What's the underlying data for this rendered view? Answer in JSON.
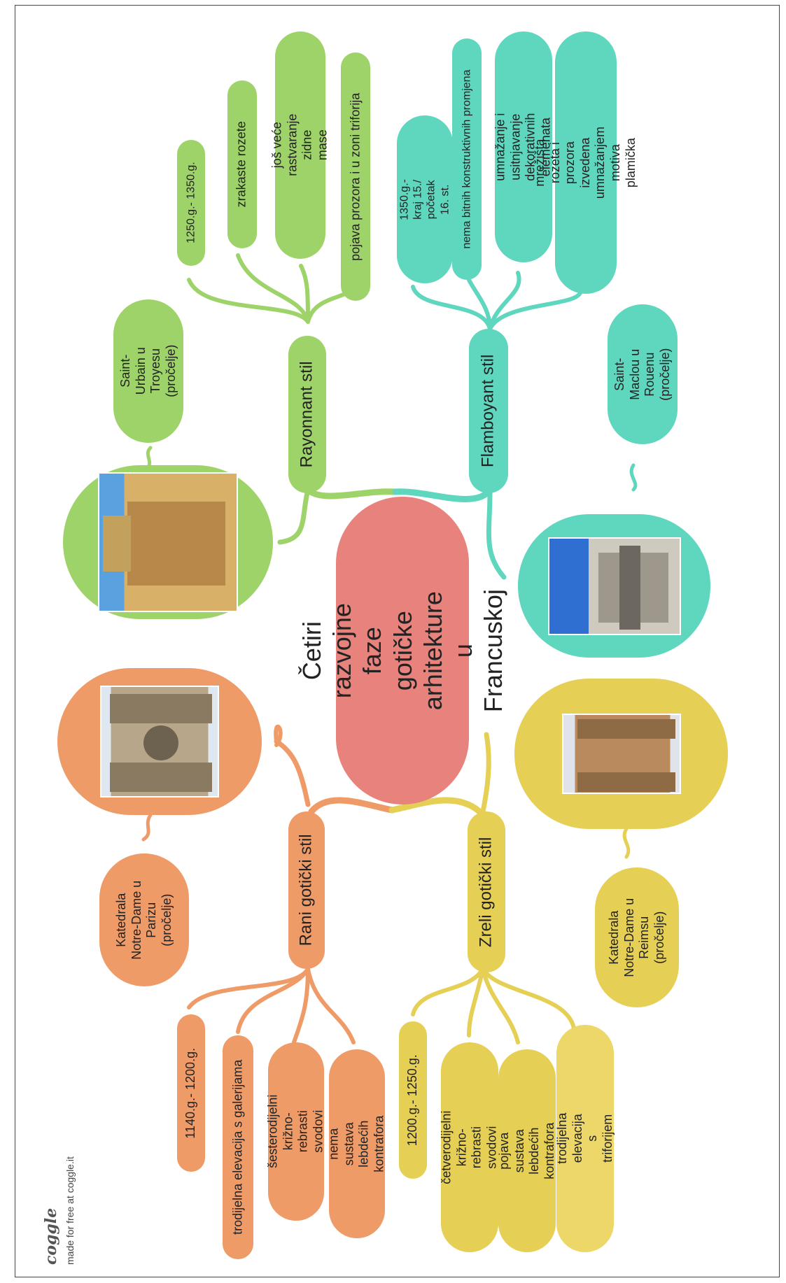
{
  "colors": {
    "orange": "#ef9b67",
    "orange_dark": "#ee9060",
    "yellow": "#e6cf55",
    "yellow_light": "#ecd768",
    "green": "#9ed36a",
    "teal": "#5fd6be",
    "center": "#e8827c"
  },
  "center": {
    "title": "Četiri razvojne faze gotičke arhitekture u Francuskoj"
  },
  "rani": {
    "label": "Rani gotički stil",
    "building": "Katedrala Notre-Dame u Parizu (pročelje)",
    "items": [
      "1140.g.- 1200.g.",
      "trodijelna elevacija s galerijama",
      "šesterodijelni križno-rebrasti svodovi",
      "nema sustava lebdećih kontrafora"
    ]
  },
  "zreli": {
    "label": "Zreli gotički stil",
    "building": "Katedrala Notre-Dame u Reimsu (pročelje)",
    "items": [
      "1200.g.- 1250.g.",
      "četverodijelni križno-rebrasti svodovi",
      "pojava sustava lebdećih kontrafora",
      "trodijelna elevacija s triforijem"
    ]
  },
  "rayonnant": {
    "label": "Rayonnant stil",
    "building": "Saint-Urbain u Troyesu (pročelje)",
    "items": [
      "1250.g.- 1350.g.",
      "zrakaste rozete",
      "još veće rastvaranje zidne mase",
      "pojava prozora i u zoni triforija"
    ]
  },
  "flamboyant": {
    "label": "Flamboyant stil",
    "building": "Saint-Maclou u Rouenu (pročelje)",
    "items": [
      "1350.g.- kraj 15./ početak 16. st.",
      "nema bitnih konstruktivnih promjena",
      "umnažanje i usitnjavanje dekorativnih elemenata",
      "mrežišta rozeta i prozora izvedena umnažanjem motiva plamička"
    ]
  },
  "logo": {
    "brand": "coggle",
    "tagline": "made for free at coggle.it"
  }
}
